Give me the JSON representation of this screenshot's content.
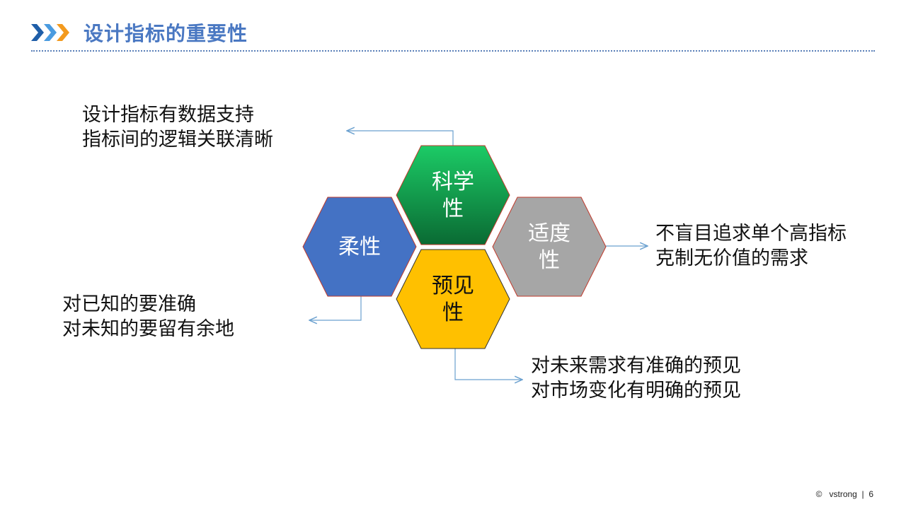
{
  "header": {
    "title": "设计指标的重要性",
    "icon": "triple-chevron-icon"
  },
  "hexagons": {
    "science": {
      "label_line1": "科学",
      "label_line2": "性",
      "color": "#16a34a"
    },
    "flexibility": {
      "label": "柔性",
      "color": "#4472c4"
    },
    "moderation": {
      "label_line1": "适度",
      "label_line2": "性",
      "color": "#a6a6a6"
    },
    "foresight": {
      "label_line1": "预见",
      "label_line2": "性",
      "color": "#ffc000"
    }
  },
  "descriptions": {
    "science": [
      "设计指标有数据支持",
      "指标间的逻辑关联清晰"
    ],
    "flexibility": [
      "对已知的要准确",
      "对未知的要留有余地"
    ],
    "moderation": [
      "不盲目追求单个高指标",
      "克制无价值的需求"
    ],
    "foresight": [
      "对未来需求有准确的预见",
      "对市场变化有明确的预见"
    ]
  },
  "footer": {
    "copyright": "©",
    "brand": "vstrong",
    "separator": "|",
    "page": "6"
  }
}
